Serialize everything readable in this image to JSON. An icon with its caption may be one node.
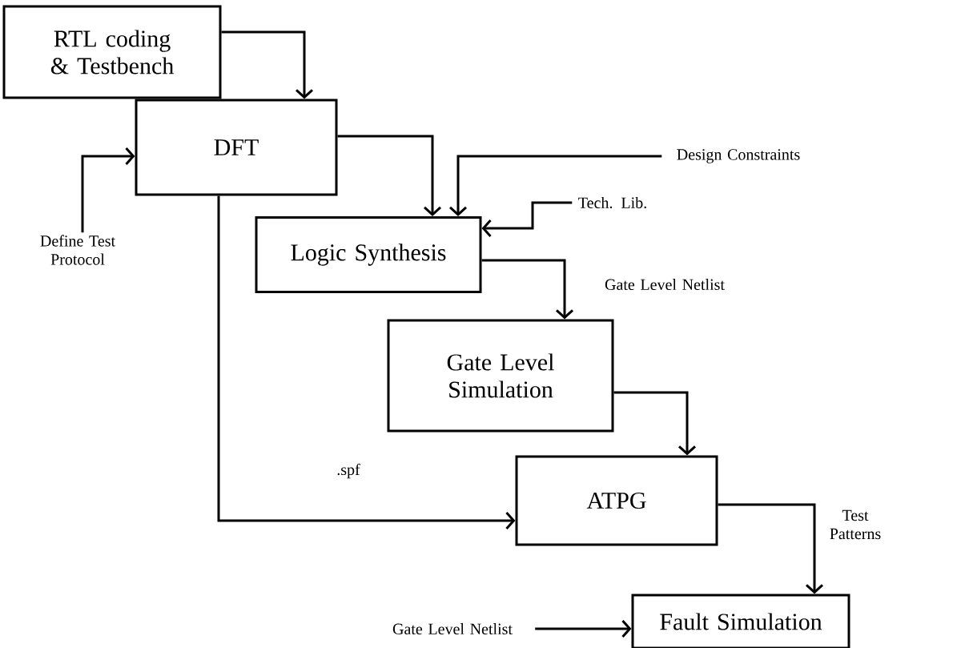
{
  "diagram": {
    "nodes": [
      {
        "text": [
          "RTL coding & Testbench"
        ]
      },
      {
        "text": [
          "DFT"
        ]
      },
      {
        "text": [
          "Design Constraints"
        ]
      },
      {
        "text": [
          "Tech. Lib."
        ]
      },
      {
        "text": [
          "Define Test Protocol"
        ]
      },
      {
        "text": [
          "Logic Synthesis"
        ]
      },
      {
        "text": [
          "Gate Level Simulation"
        ]
      },
      {
        "text": [
          "ATPG"
        ]
      },
      {
        "text": [
          "Gate Level Netlist"
        ]
      },
      {
        "text": [
          "Fault Simulation"
        ]
      }
    ],
    "edges": [
      {
        "from": 0,
        "to": 1,
        "arrow": "to"
      },
      {
        "from": 4,
        "to": 1,
        "arrow": "to"
      },
      {
        "from": 1,
        "to": 5,
        "arrow": "to"
      },
      {
        "from": 2,
        "to": 5,
        "arrow": "to"
      },
      {
        "from": 3,
        "to": 5,
        "arrow": "to"
      },
      {
        "from": 5,
        "to": 6,
        "arrow": "to",
        "label": "Gate Level Netlist"
      },
      {
        "from": 1,
        "to": 7,
        "arrow": "to",
        "label": ".spf"
      },
      {
        "from": 6,
        "to": 7,
        "arrow": "to"
      },
      {
        "from": 7,
        "to": 9,
        "arrow": "to",
        "label": "Test Patterns"
      },
      {
        "from": 8,
        "to": 9,
        "arrow": "to"
      }
    ]
  }
}
